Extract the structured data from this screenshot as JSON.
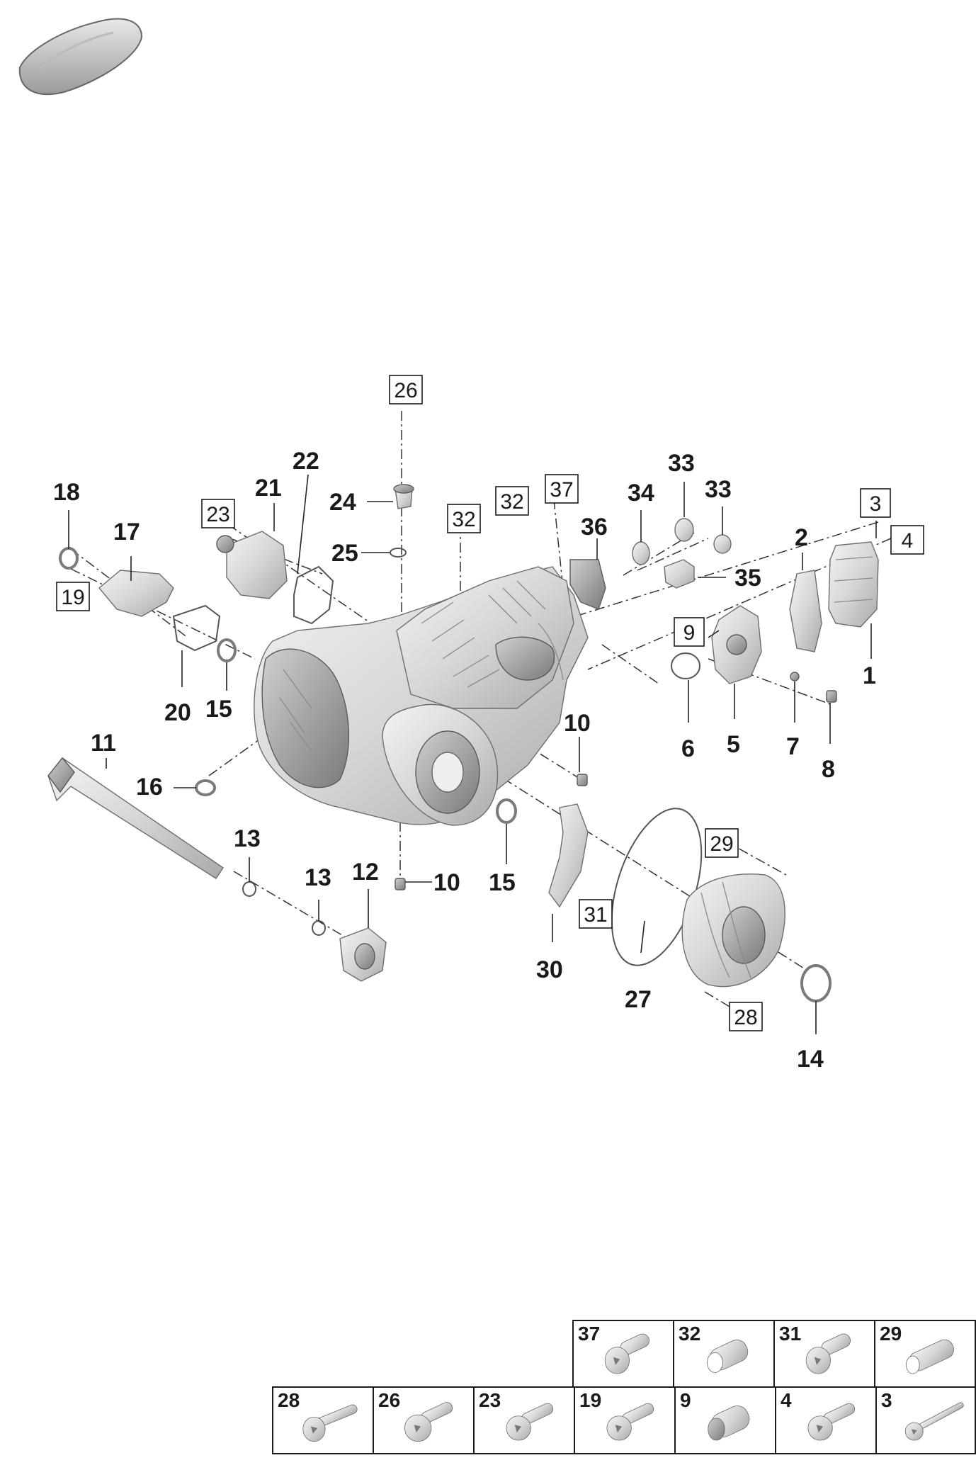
{
  "callouts": {
    "c1": "1",
    "c2": "2",
    "c5": "5",
    "c6": "6",
    "c7": "7",
    "c8": "8",
    "c10a": "10",
    "c10b": "10",
    "c11": "11",
    "c12": "12",
    "c13a": "13",
    "c13b": "13",
    "c14": "14",
    "c15a": "15",
    "c15b": "15",
    "c16": "16",
    "c17": "17",
    "c18": "18",
    "c20": "20",
    "c21": "21",
    "c22": "22",
    "c24": "24",
    "c25": "25",
    "c27": "27",
    "c30": "30",
    "c33a": "33",
    "c33b": "33",
    "c34": "34",
    "c35": "35",
    "c36": "36"
  },
  "boxed_callouts": {
    "b3": "3",
    "b4": "4",
    "b9": "9",
    "b19": "19",
    "b23": "23",
    "b26": "26",
    "b28": "28",
    "b29": "29",
    "b31": "31",
    "b32a": "32",
    "b32b": "32",
    "b37": "37"
  },
  "fastener_table": {
    "top_row": [
      {
        "label": "37",
        "icon": "screw-icon"
      },
      {
        "label": "32",
        "icon": "sleeve-icon"
      },
      {
        "label": "31",
        "icon": "screw-icon"
      },
      {
        "label": "29",
        "icon": "sleeve-icon"
      }
    ],
    "bottom_row": [
      {
        "label": "28",
        "icon": "long-screw-icon"
      },
      {
        "label": "26",
        "icon": "screw-icon"
      },
      {
        "label": "23",
        "icon": "screw-icon"
      },
      {
        "label": "19",
        "icon": "screw-icon"
      },
      {
        "label": "9",
        "icon": "sleeve-icon"
      },
      {
        "label": "4",
        "icon": "screw-icon"
      },
      {
        "label": "3",
        "icon": "long-screw-icon"
      }
    ]
  }
}
